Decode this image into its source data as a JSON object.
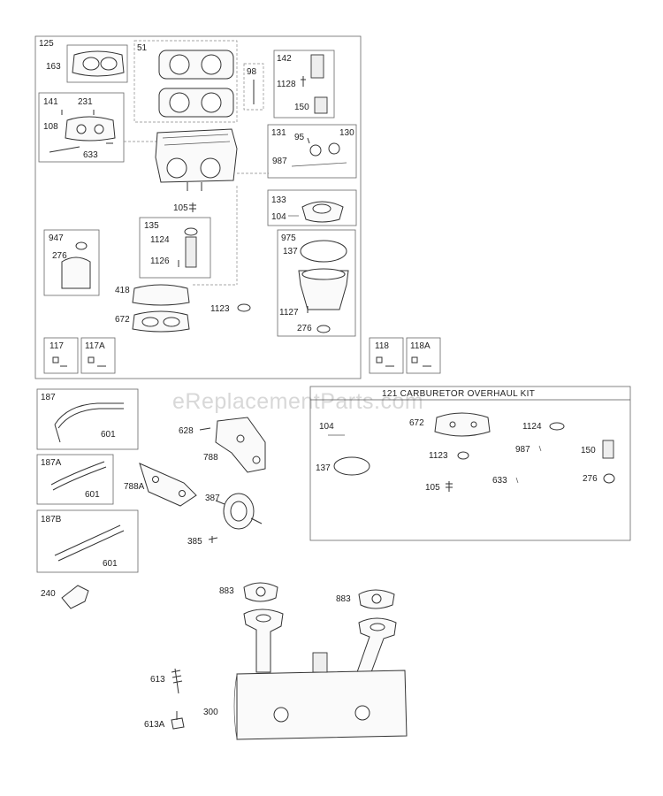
{
  "watermark": "eReplacementParts.com",
  "kit_title": "121 CARBURETOR OVERHAUL KIT",
  "labels": {
    "l125": "125",
    "l163": "163",
    "l51": "51",
    "l98": "98",
    "l142": "142",
    "l1128": "1128",
    "l150a": "150",
    "l141": "141",
    "l231": "231",
    "l108": "108",
    "l633a": "633",
    "l131": "131",
    "l95": "95",
    "l130": "130",
    "l987a": "987",
    "l105a": "105",
    "l133": "133",
    "l104a": "104",
    "l135": "135",
    "l1124a": "1124",
    "l1126": "1126",
    "l947": "947",
    "l276a": "276",
    "l975": "975",
    "l137a": "137",
    "l418": "418",
    "l1123a": "1123",
    "l672a": "672",
    "l1127": "1127",
    "l276b": "276",
    "l117": "117",
    "l117A": "117A",
    "l118": "118",
    "l118A": "118A",
    "l187": "187",
    "l601a": "601",
    "l187A": "187A",
    "l601b": "601",
    "l187B": "187B",
    "l601c": "601",
    "l628": "628",
    "l788": "788",
    "l788A": "788A",
    "l387": "387",
    "l385": "385",
    "l104b": "104",
    "l672b": "672",
    "l1124b": "1124",
    "l137b": "137",
    "l1123b": "1123",
    "l987b": "987",
    "l150b": "150",
    "l633b": "633",
    "l276c": "276",
    "l105b": "105",
    "l240": "240",
    "l883a": "883",
    "l883b": "883",
    "l613": "613",
    "l613A": "613A",
    "l300": "300"
  }
}
